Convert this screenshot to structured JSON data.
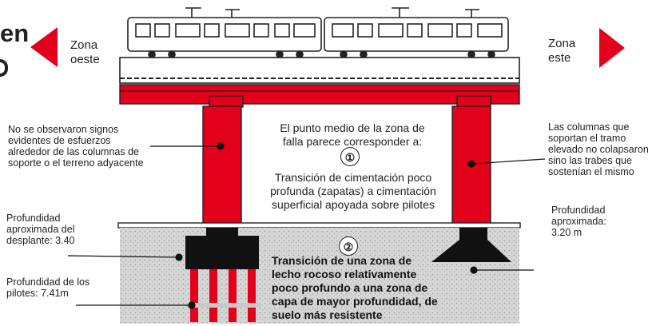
{
  "title_fragment": "en",
  "zones": {
    "west": "Zona\noeste",
    "east": "Zona\neste"
  },
  "center_note": {
    "intro": "El punto medio de la zona de falla parece corresponder a:",
    "marker_1": "①",
    "point_1": "Transición de cimentación poco profunda (zapatas) a cimentación superficial apoyada sobre pilotes",
    "marker_2": "②",
    "point_2": "Transición de una zona de lecho rocoso relativamente poco profundo a una zona de capa de mayor profundidad, de suelo más resistente"
  },
  "left_notes": {
    "no_stress": "No se observaron signos evidentes de esfuerzos alrededor de las columnas de soporte o el terreno adyacente",
    "footing_depth": "Profundidad aproximada del desplante: 3.40",
    "pile_depth": "Profundidad de los pilotes: 7.41m"
  },
  "right_notes": {
    "columns": "Las columnas que soportan el tramo elevado no colapsaron sino las trabes que sostenían el mismo",
    "depth": "Profundidad aproximada: 3.20 m"
  },
  "colors": {
    "accent_red": "#e3001b",
    "ground": "#d9d9d9",
    "dark": "#1a1a1a"
  }
}
